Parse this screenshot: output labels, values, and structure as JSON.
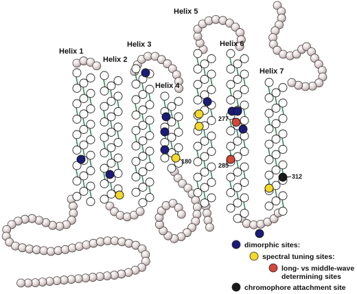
{
  "helices": [
    {
      "label": "Helix 1"
    },
    {
      "label": "Helix 2"
    },
    {
      "label": "Helix 3"
    },
    {
      "label": "Helix 4"
    },
    {
      "label": "Helix 5"
    },
    {
      "label": "Helix 6"
    },
    {
      "label": "Helix 7"
    }
  ],
  "positions": [
    {
      "label": "180"
    },
    {
      "label": "277"
    },
    {
      "label": "285"
    },
    {
      "label": "312"
    }
  ],
  "legend": [
    {
      "label": "dimorphic sites:",
      "color": "#1c1c78"
    },
    {
      "label": "spectral tuning sites:",
      "color": "#f2d92a"
    },
    {
      "label": "long- vs middle-wave",
      "label2": "determining sites",
      "color": "#d2473a"
    },
    {
      "label": "chromophore attachment site",
      "color": "#1a1a1a"
    }
  ],
  "colors": {
    "backbone_fill": "#ddd2d2",
    "backbone_stroke": "#4a4040",
    "helix_residue_fill": "#ffffff",
    "hbond": "#2f8a5c"
  }
}
